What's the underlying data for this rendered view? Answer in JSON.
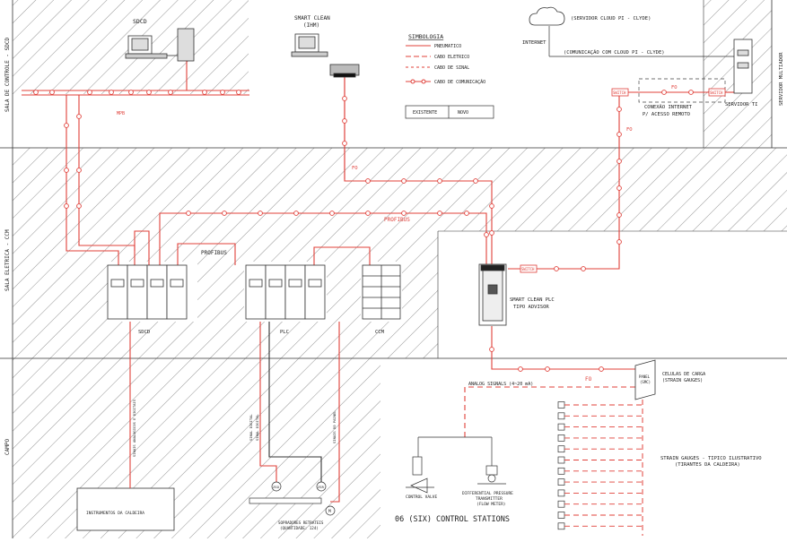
{
  "zones": {
    "control_room": "SALA DE CONTROLE - SDCD",
    "electrical_room": "SALA ELETRICA - CCM",
    "field": "CAMPO",
    "right_strip": "SERVIDOR MULTIADOR"
  },
  "equipment": {
    "sdcd_top": "SDCD",
    "smart_clean_hmi_line1": "SMART CLEAN",
    "smart_clean_hmi_line2": "(IHM)",
    "cloud": "(SERVIDOR CLOUD PI - CLYDE)",
    "internet": "INTERNET",
    "cloud_comm": "(COMUNICAÇÃO COM CLOUD PI - CLYDE)",
    "servidor_ti": "SERVIDOR TI",
    "conexao_line1": "CONEXÃO INTERNET",
    "conexao_line2": "P/ ACESSO REMOTO",
    "switch": "SWITCH",
    "fo": "FO",
    "mpb": "MPB",
    "profibus": "PROFIBUS",
    "sdcd_cab": "SDCD",
    "plc_cab": "PLC",
    "ccm_cab": "CCM",
    "smart_plc_line1": "SMART CLEAN PLC",
    "smart_plc_line2": "TIPO ADVISOR",
    "celulas_line1": "CELULAS DE CARGA",
    "celulas_line2": "(STRAIN GAUGES)",
    "panel_line1": "PANEL",
    "panel_line2": "(SMC)",
    "analog": "ANALOG SIGNALS (4~20 mA)",
    "strain_line1": "STRAIN GAUGES - TIPICO ILUSTRATIVO",
    "strain_line2": "(TIRANTES DA CALDEIRA)",
    "control_valve": "CONTROL VALVE",
    "dp_line1": "DIFFERENTIAL PRESSURE",
    "dp_line2": "TRANSMITTER",
    "dp_line3": "(FLOW METER)",
    "control_stations": "06 (SIX) CONTROL STATIONS",
    "instrumentos": "INSTRUMENTOS DA CALDEIRA",
    "sopradores_line1": "SOPRADORES RETRATEIS",
    "sopradores_line2": "(QUANTIDADE: 124)",
    "sinais_analogicos": "SINAIS ANALOGICOS E DIGITAIS",
    "sinal_digital_1": "SINAL DIGITAL",
    "sinal_digital_2": "SINAL DIGITAL",
    "sinais_painel": "SINAIS DO PAINEL",
    "zso": "ZSO",
    "zsr": "ZSR",
    "motor": "M"
  },
  "legend": {
    "title": "SIMBOLOGIA",
    "items": [
      "PNEUMATICO",
      "CABO ELETRICO",
      "CABO DE SINAL",
      "CABO DE COMUNICAÇÃO"
    ],
    "existente": "EXISTENTE",
    "novo": "NOVO"
  },
  "colors": {
    "cable": "#e0403a",
    "line": "#333333",
    "hatch": "#555555"
  }
}
